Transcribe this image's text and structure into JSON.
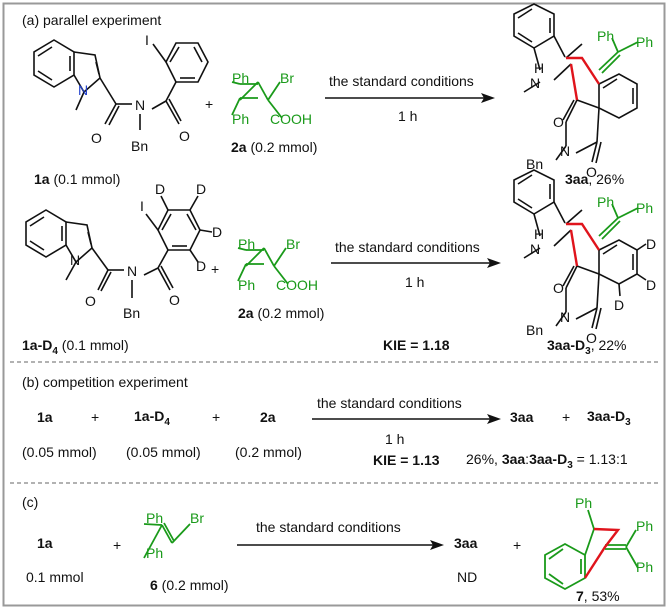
{
  "sections": {
    "a": "(a) parallel experiment",
    "b": "(b) competition experiment",
    "c": "(c)"
  },
  "conditions": {
    "standard": "the standard conditions",
    "time": "1 h"
  },
  "colors": {
    "green": "#1a9a1a",
    "red": "#e0141c",
    "frame": "#999999",
    "ink": "#111111"
  },
  "atoms": {
    "I": "I",
    "N": "N",
    "O": "O",
    "H": "H",
    "D": "D",
    "Br": "Br",
    "Ph": "Ph",
    "Bn": "Bn",
    "COOH": "COOH"
  },
  "row1": {
    "r1": {
      "label": "1a",
      "amount": " (0.1 mmol)"
    },
    "r2": {
      "label": "2a",
      "amount": " (0.2 mmol)"
    },
    "plus": "+",
    "product": {
      "label": "3aa",
      "yield": ", 26%"
    }
  },
  "row2": {
    "r1": {
      "label": "1a-D",
      "sub": "4",
      "amount": " (0.1 mmol)"
    },
    "r2": {
      "label": "2a",
      "amount": " (0.2 mmol)"
    },
    "plus": "+",
    "kie": "KIE = 1.18",
    "product": {
      "label": "3aa-D",
      "sub": "3",
      "yield": ", 22%"
    }
  },
  "competition": {
    "r1": {
      "label": "1a",
      "amount": "(0.05 mmol)"
    },
    "r2": {
      "label": "1a-D",
      "sub": "4",
      "amount": "(0.05 mmol)"
    },
    "r3": {
      "label": "2a",
      "amount": "(0.2 mmol)"
    },
    "plus": "+",
    "kie": "KIE = 1.13",
    "p1": "3aa",
    "p2": {
      "label": "3aa-D",
      "sub": "3"
    },
    "ratio": {
      "pct": "26%, ",
      "a": "3aa",
      "colon": ":",
      "b": "3aa-D",
      "sub": "3",
      "value": " = 1.13:1"
    }
  },
  "partc": {
    "r1": {
      "label": "1a",
      "amount": "0.1 mmol"
    },
    "r2": {
      "label": "6",
      "amount": " (0.2 mmol)"
    },
    "plus": "+",
    "p1": {
      "label": "3aa",
      "result": "ND"
    },
    "p2": {
      "label": "7",
      "yield": ", 53%"
    }
  }
}
